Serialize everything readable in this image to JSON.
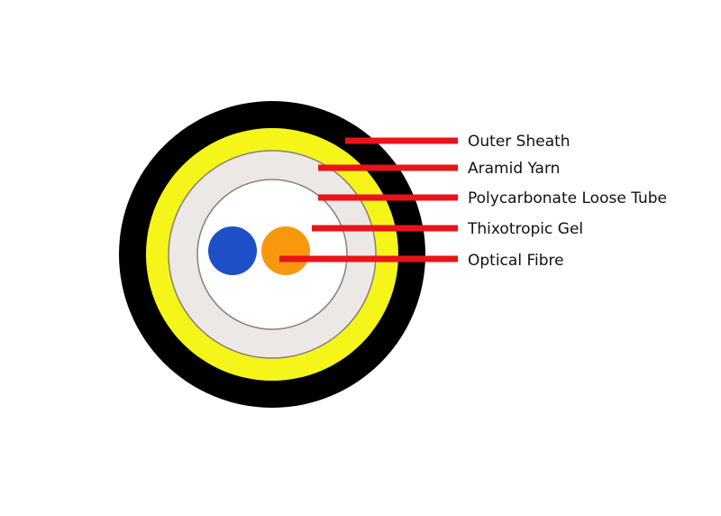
{
  "diagram": {
    "layers": [
      {
        "key": "outer",
        "label": "Outer Sheath",
        "color": "#000000"
      },
      {
        "key": "aramid",
        "label": "Aramid Yarn",
        "color": "#f5f51a"
      },
      {
        "key": "tube",
        "label": "Polycarbonate Loose Tube",
        "color": "#ece8e5"
      },
      {
        "key": "gel",
        "label": "Thixotropic Gel",
        "color": "#ffffff"
      },
      {
        "key": "fibre",
        "label": "Optical Fibre",
        "color": "#f7980f"
      }
    ],
    "second_fibre_color": "#1f4fc8",
    "leader_color": "#e8141a",
    "tube_outline_color": "#8a7f78"
  }
}
